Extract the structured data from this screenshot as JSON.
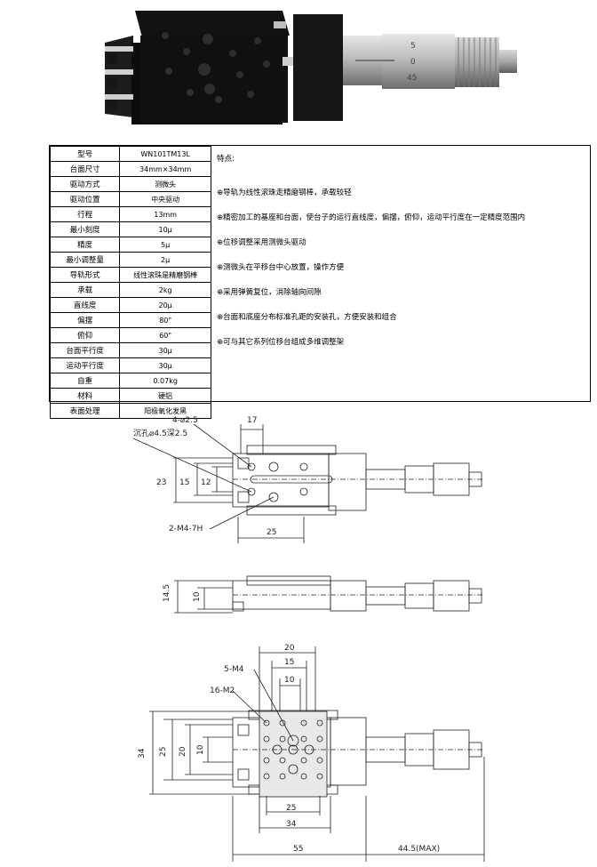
{
  "specs": [
    {
      "k": "型号",
      "v": "WN101TM13L"
    },
    {
      "k": "台面尺寸",
      "v": "34mm×34mm"
    },
    {
      "k": "驱动方式",
      "v": "测微头"
    },
    {
      "k": "驱动位置",
      "v": "中央驱动"
    },
    {
      "k": "行程",
      "v": "13mm"
    },
    {
      "k": "最小刻度",
      "v": "10μ"
    },
    {
      "k": "精度",
      "v": "5μ"
    },
    {
      "k": "最小调整量",
      "v": "2μ"
    },
    {
      "k": "导轨形式",
      "v": "线性滚珠是精磨钢棒"
    },
    {
      "k": "承载",
      "v": "2kg"
    },
    {
      "k": "直线度",
      "v": "20μ"
    },
    {
      "k": "偏摆",
      "v": "80\""
    },
    {
      "k": "俯仰",
      "v": "60\""
    },
    {
      "k": "台面平行度",
      "v": "30μ"
    },
    {
      "k": "运动平行度",
      "v": "30μ"
    },
    {
      "k": "自重",
      "v": "0.07kg"
    },
    {
      "k": "材料",
      "v": "硬铝"
    },
    {
      "k": "表面处理",
      "v": "阳极氧化发黑"
    }
  ],
  "features": {
    "title": "特点:",
    "items": [
      "⊕导轨为线性滚珠走精磨钢棒，承载较轻",
      "⊕精密加工的基座和台面，使台子的运行直线度，偏摆，俯仰，运动平行度在一定精度范围内",
      "⊕位移调整采用测微头驱动",
      "⊕测微头在平移台中心放置，操作方便",
      "⊕采用弹簧复位，消除轴向间隙",
      "⊕台面和底座分布标准孔距的安装孔，方便安装和组合",
      "⊕可与其它系列位移台组成多维调整架"
    ]
  },
  "micrometer_marks": [
    "5",
    "0",
    "45"
  ],
  "drawing": {
    "d17": "17",
    "hole1": "4-⌀2.5",
    "hole2": "沉孔⌀4.5深2.5",
    "d23": "23",
    "d15": "15",
    "d12": "12",
    "thread": "2-M4-7H",
    "d25a": "25",
    "d14_5": "14.5",
    "d10a": "10",
    "d20t": "20",
    "m4": "5-M4",
    "d15t": "15",
    "m2": "16-M2",
    "d10t": "10",
    "d34": "34",
    "d25l": "25",
    "d20l": "20",
    "d10l": "10",
    "d25b": "25",
    "d34b": "34",
    "d55": "55",
    "d44": "44.5(MAX)"
  }
}
